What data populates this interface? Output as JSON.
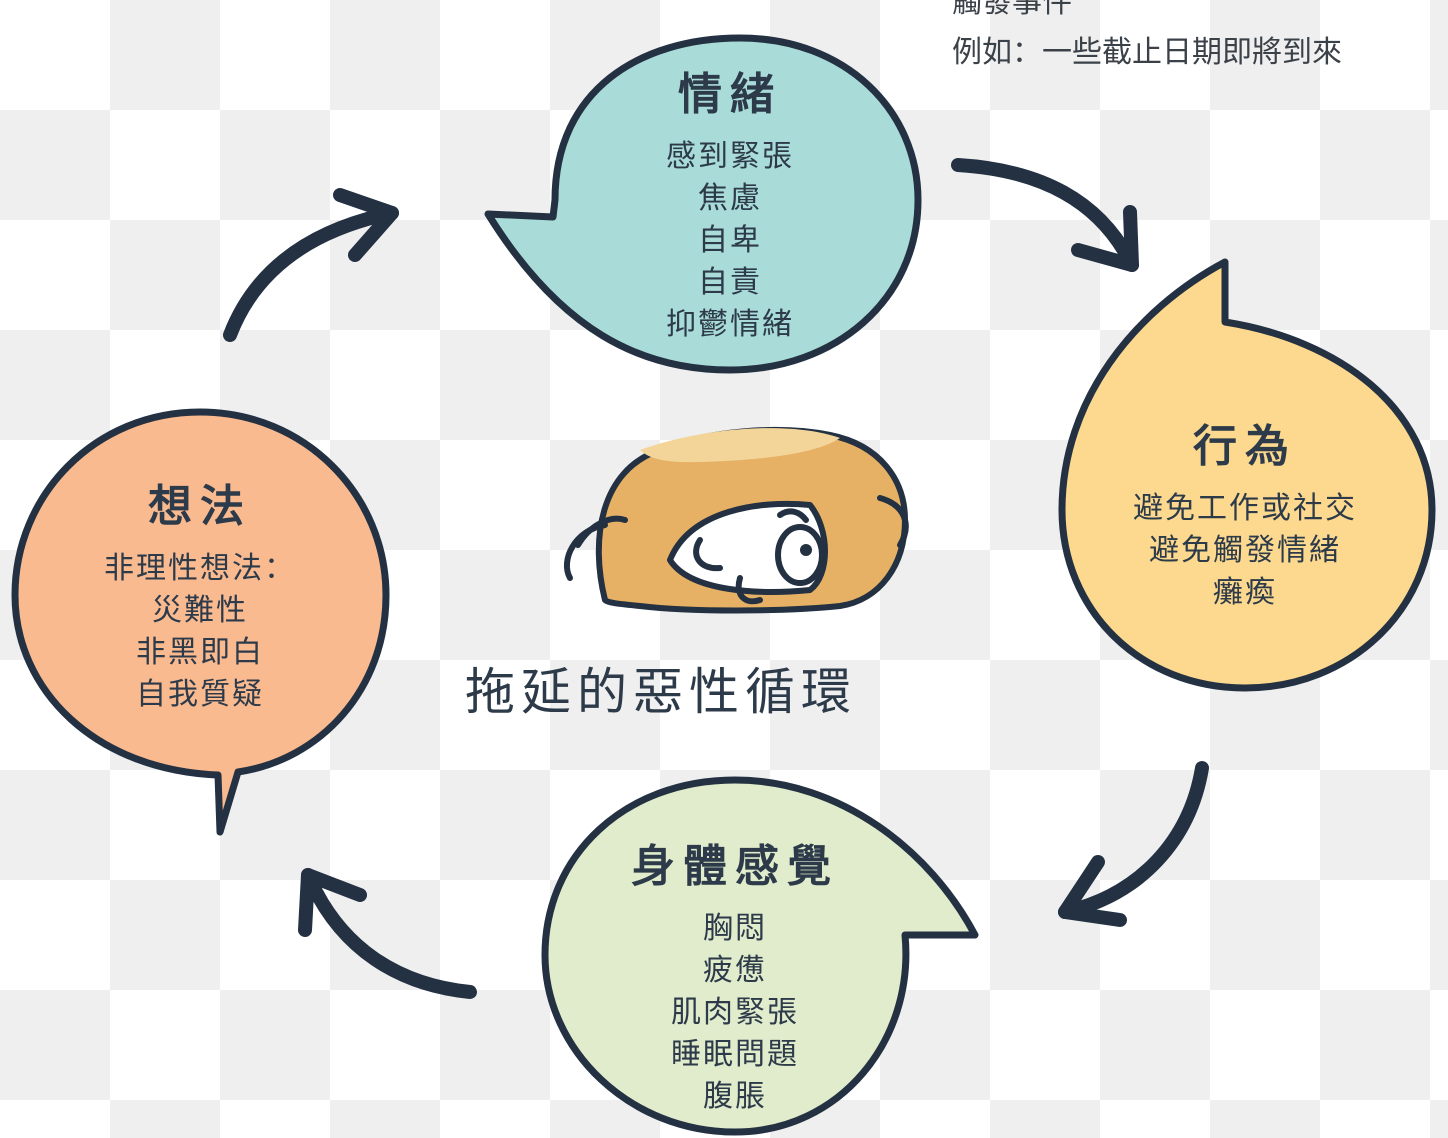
{
  "trigger": {
    "line1": "觸發事件",
    "line2": "例如：一些截止日期即將到來"
  },
  "center_title": "拖延的惡性循環",
  "nodes": {
    "emotion": {
      "title": "情緒",
      "lines": [
        "感到緊張",
        "焦慮",
        "自卑",
        "自責",
        "抑鬱情緒"
      ],
      "color": "#a9dcd8"
    },
    "behavior": {
      "title": "行為",
      "lines": [
        "避免工作或社交",
        "避免觸發情緒",
        "癱瘓"
      ],
      "color": "#fcd98e"
    },
    "body": {
      "title": "身體感覺",
      "lines": [
        "胸悶",
        "疲憊",
        "肌肉緊張",
        "睡眠問題",
        "腹脹"
      ],
      "color": "#e0eccb"
    },
    "thought": {
      "title": "想法",
      "lines": [
        "非理性想法：",
        "災難性",
        "非黑即白",
        "自我質疑"
      ],
      "color": "#f9ba90"
    }
  },
  "colors": {
    "stroke": "#233142",
    "dog_fur": "#e6b164",
    "dog_light": "#f3d59a"
  }
}
